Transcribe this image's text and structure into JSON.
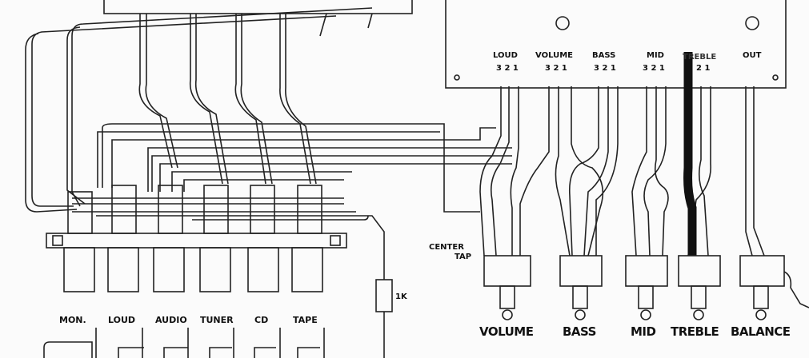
{
  "board": {
    "labels": [
      "LOUD",
      "VOLUME",
      "BASS",
      "MID",
      "TREBLE",
      "OUT"
    ],
    "pins": [
      "3 2 1",
      "3 2 1",
      "3 2 1",
      "3 2 1",
      "2 1"
    ]
  },
  "pots": [
    "VOLUME",
    "BASS",
    "MID",
    "TREBLE",
    "BALANCE"
  ],
  "switches": [
    "MON.",
    "LOUD",
    "AUDIO",
    "TUNER",
    "CD",
    "TAPE"
  ],
  "center_tap": [
    "CENTER",
    "TAP"
  ],
  "resistor": "1K"
}
